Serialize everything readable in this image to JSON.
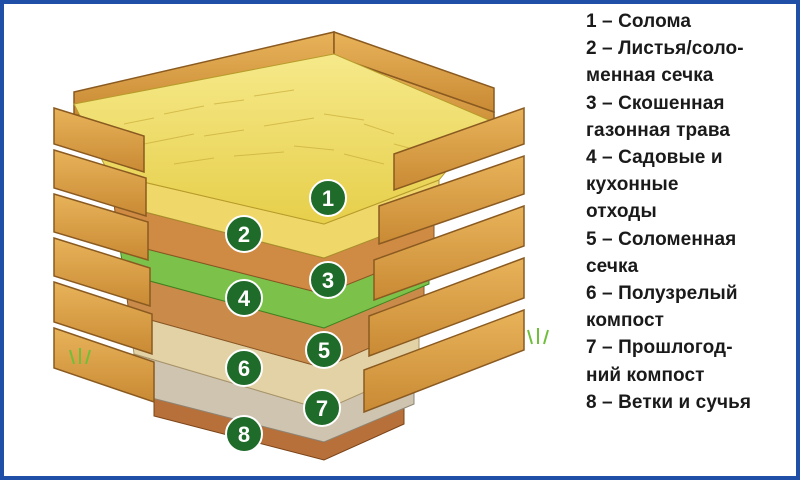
{
  "legend": {
    "lines": [
      "1 – Солома",
      "2 – Листья/соло-",
      "менная сечка",
      "3 – Скошенная",
      "газонная трава",
      "4 – Садовые и",
      "кухонные",
      "отходы",
      "5 – Соломенная",
      "сечка",
      "6 – Полузрелый",
      "компост",
      "7 – Прошлогод-",
      "ний компост",
      "8 – Ветки и сучья"
    ]
  },
  "badges": [
    "1",
    "2",
    "3",
    "4",
    "5",
    "6",
    "7",
    "8"
  ],
  "colors": {
    "frame": "#1f4fa6",
    "badge": "#1f6b2a",
    "wood": "#d9a04a",
    "straw": "#eedb52",
    "grass": "#6fbf3a",
    "soil": "#b8703a"
  }
}
